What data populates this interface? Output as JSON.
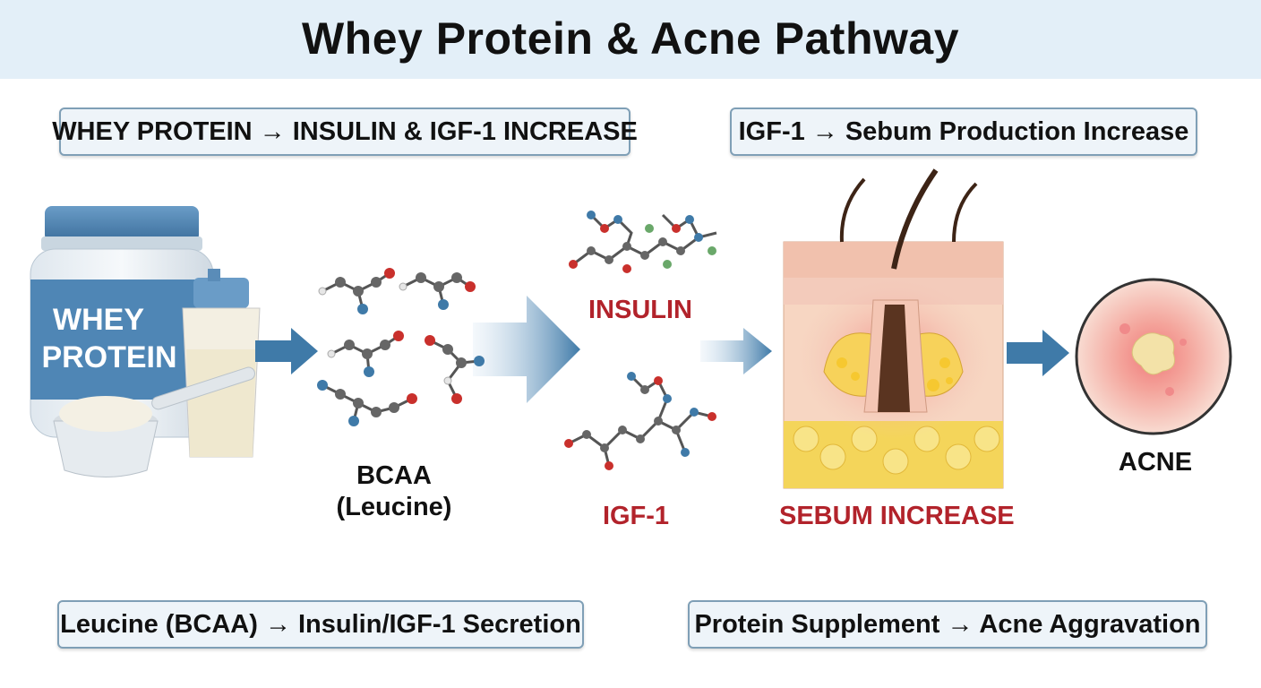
{
  "title": "Whey Protein & Acne Pathway",
  "boxes": {
    "top_left": "WHEY PROTEIN → INSULIN & IGF-1 INCREASE",
    "top_right": "IGF-1 → Sebum Production Increase",
    "bottom_left": "Leucine (BCAA) → Insulin/IGF-1 Secretion",
    "bottom_right": "Protein Supplement → Acne Aggravation"
  },
  "jar_label": "WHEY\nPROTEIN",
  "labels": {
    "bcaa_line1": "BCAA",
    "bcaa_line2": "(Leucine)",
    "insulin": "INSULIN",
    "igf1": "IGF-1",
    "sebum": "SEBUM INCREASE",
    "acne": "ACNE"
  },
  "colors": {
    "header_bg": "#e3eff8",
    "box_border": "#7f9fb6",
    "arrow_blue": "#3f7aa8",
    "accent_red": "#b2232b",
    "jar_blue": "#4f86b5"
  }
}
